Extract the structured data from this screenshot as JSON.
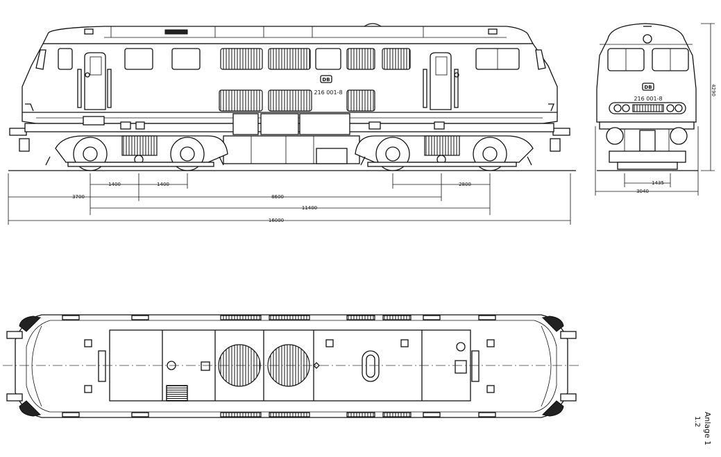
{
  "loco_number": "216 001-8",
  "emblem": "DB",
  "dimensions": {
    "axle_spacing_a": "1400",
    "axle_spacing_b": "1400",
    "axle_spacing_c": "2800",
    "bogie_pivot": "8600",
    "overhang": "3700",
    "wheelbase_total": "11400",
    "length_over_buffers": "16000",
    "track_gauge": "1435",
    "width": "3040",
    "height": "4290"
  },
  "sheet_label": "Anlage 1",
  "sheet_sub": "1.2"
}
